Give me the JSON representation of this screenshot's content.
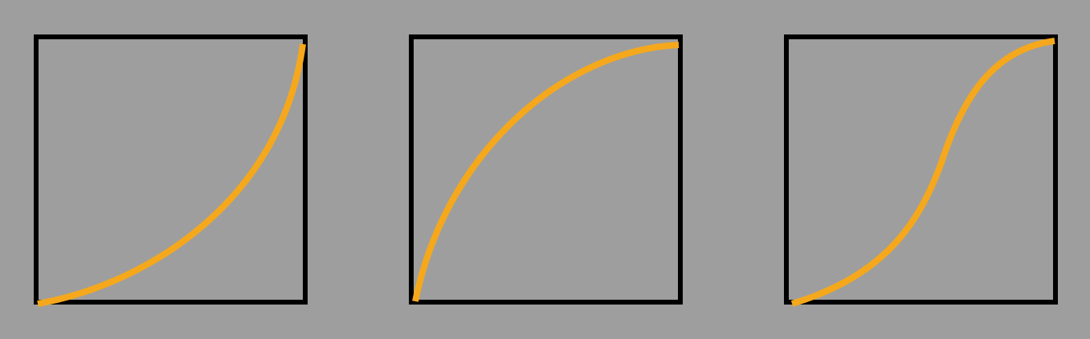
{
  "colors": {
    "background": "#9e9e9e",
    "frame": "#000000",
    "curve": "#f5a81c"
  },
  "panels": [
    {
      "curve_type": "ease-in"
    },
    {
      "curve_type": "ease-out"
    },
    {
      "curve_type": "ease-in-out"
    }
  ]
}
